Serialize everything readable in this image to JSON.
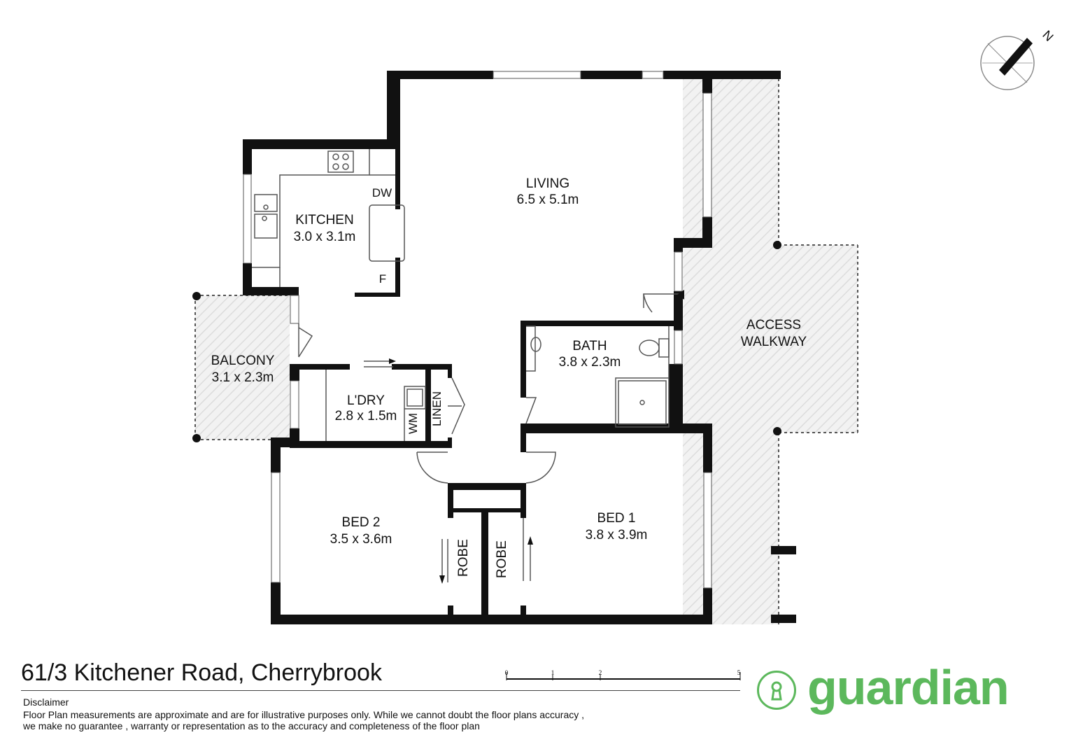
{
  "rooms": {
    "living": {
      "name": "LIVING",
      "dims": "6.5 x 5.1m"
    },
    "kitchen": {
      "name": "KITCHEN",
      "dims": "3.0 x 3.1m"
    },
    "balcony": {
      "name": "BALCONY",
      "dims": "3.1 x 2.3m"
    },
    "laundry": {
      "name": "L'DRY",
      "dims": "2.8 x 1.5m"
    },
    "bath": {
      "name": "BATH",
      "dims": "3.8 x 2.3m"
    },
    "bed1": {
      "name": "BED 1",
      "dims": "3.8 x 3.9m"
    },
    "bed2": {
      "name": "BED 2",
      "dims": "3.5 x 3.6m"
    },
    "walkway": {
      "line1": "ACCESS",
      "line2": "WALKWAY"
    }
  },
  "fixtures": {
    "dw": "DW",
    "f": "F",
    "wm": "WM",
    "linen": "LINEN",
    "robe_left": "ROBE",
    "robe_right": "ROBE"
  },
  "compass": {
    "label": "N"
  },
  "scale": {
    "ticks": [
      "0",
      "1",
      "2",
      "5"
    ]
  },
  "footer": {
    "address": "61/3 Kitchener Road, Cherrybrook",
    "disclaimer_title": "Disclaimer",
    "disclaimer_text": "Floor Plan measurements are approximate and are for illustrative purposes only. While we cannot doubt the floor plans accuracy , we make no guarantee , warranty or representation as to the accuracy and completeness of the floor plan"
  },
  "brand": {
    "name": "guardian",
    "color": "#5cb85c"
  }
}
